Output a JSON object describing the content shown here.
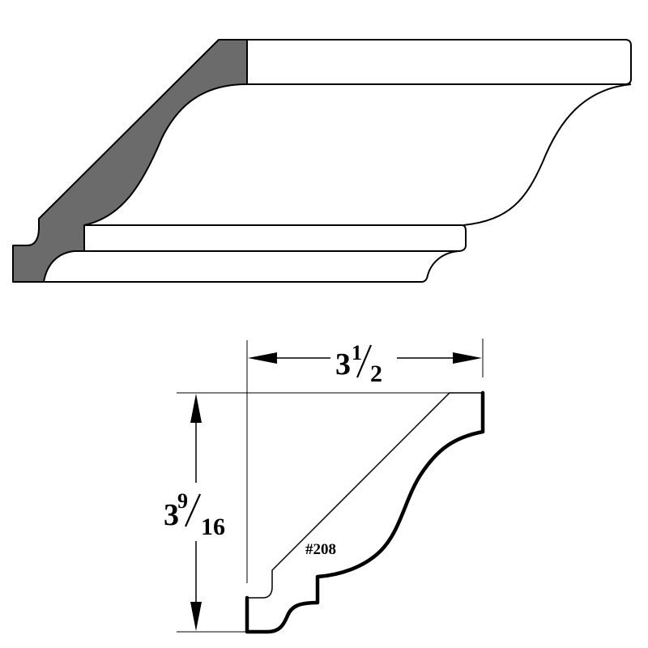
{
  "colors": {
    "line": "#000000",
    "profile_shade": "#6b6b6b",
    "background": "#ffffff"
  },
  "width_dimension": {
    "whole": "3",
    "numerator": "1",
    "denominator": "2"
  },
  "height_dimension": {
    "whole": "3",
    "numerator": "9",
    "denominator": "16"
  },
  "part_number": "#208"
}
